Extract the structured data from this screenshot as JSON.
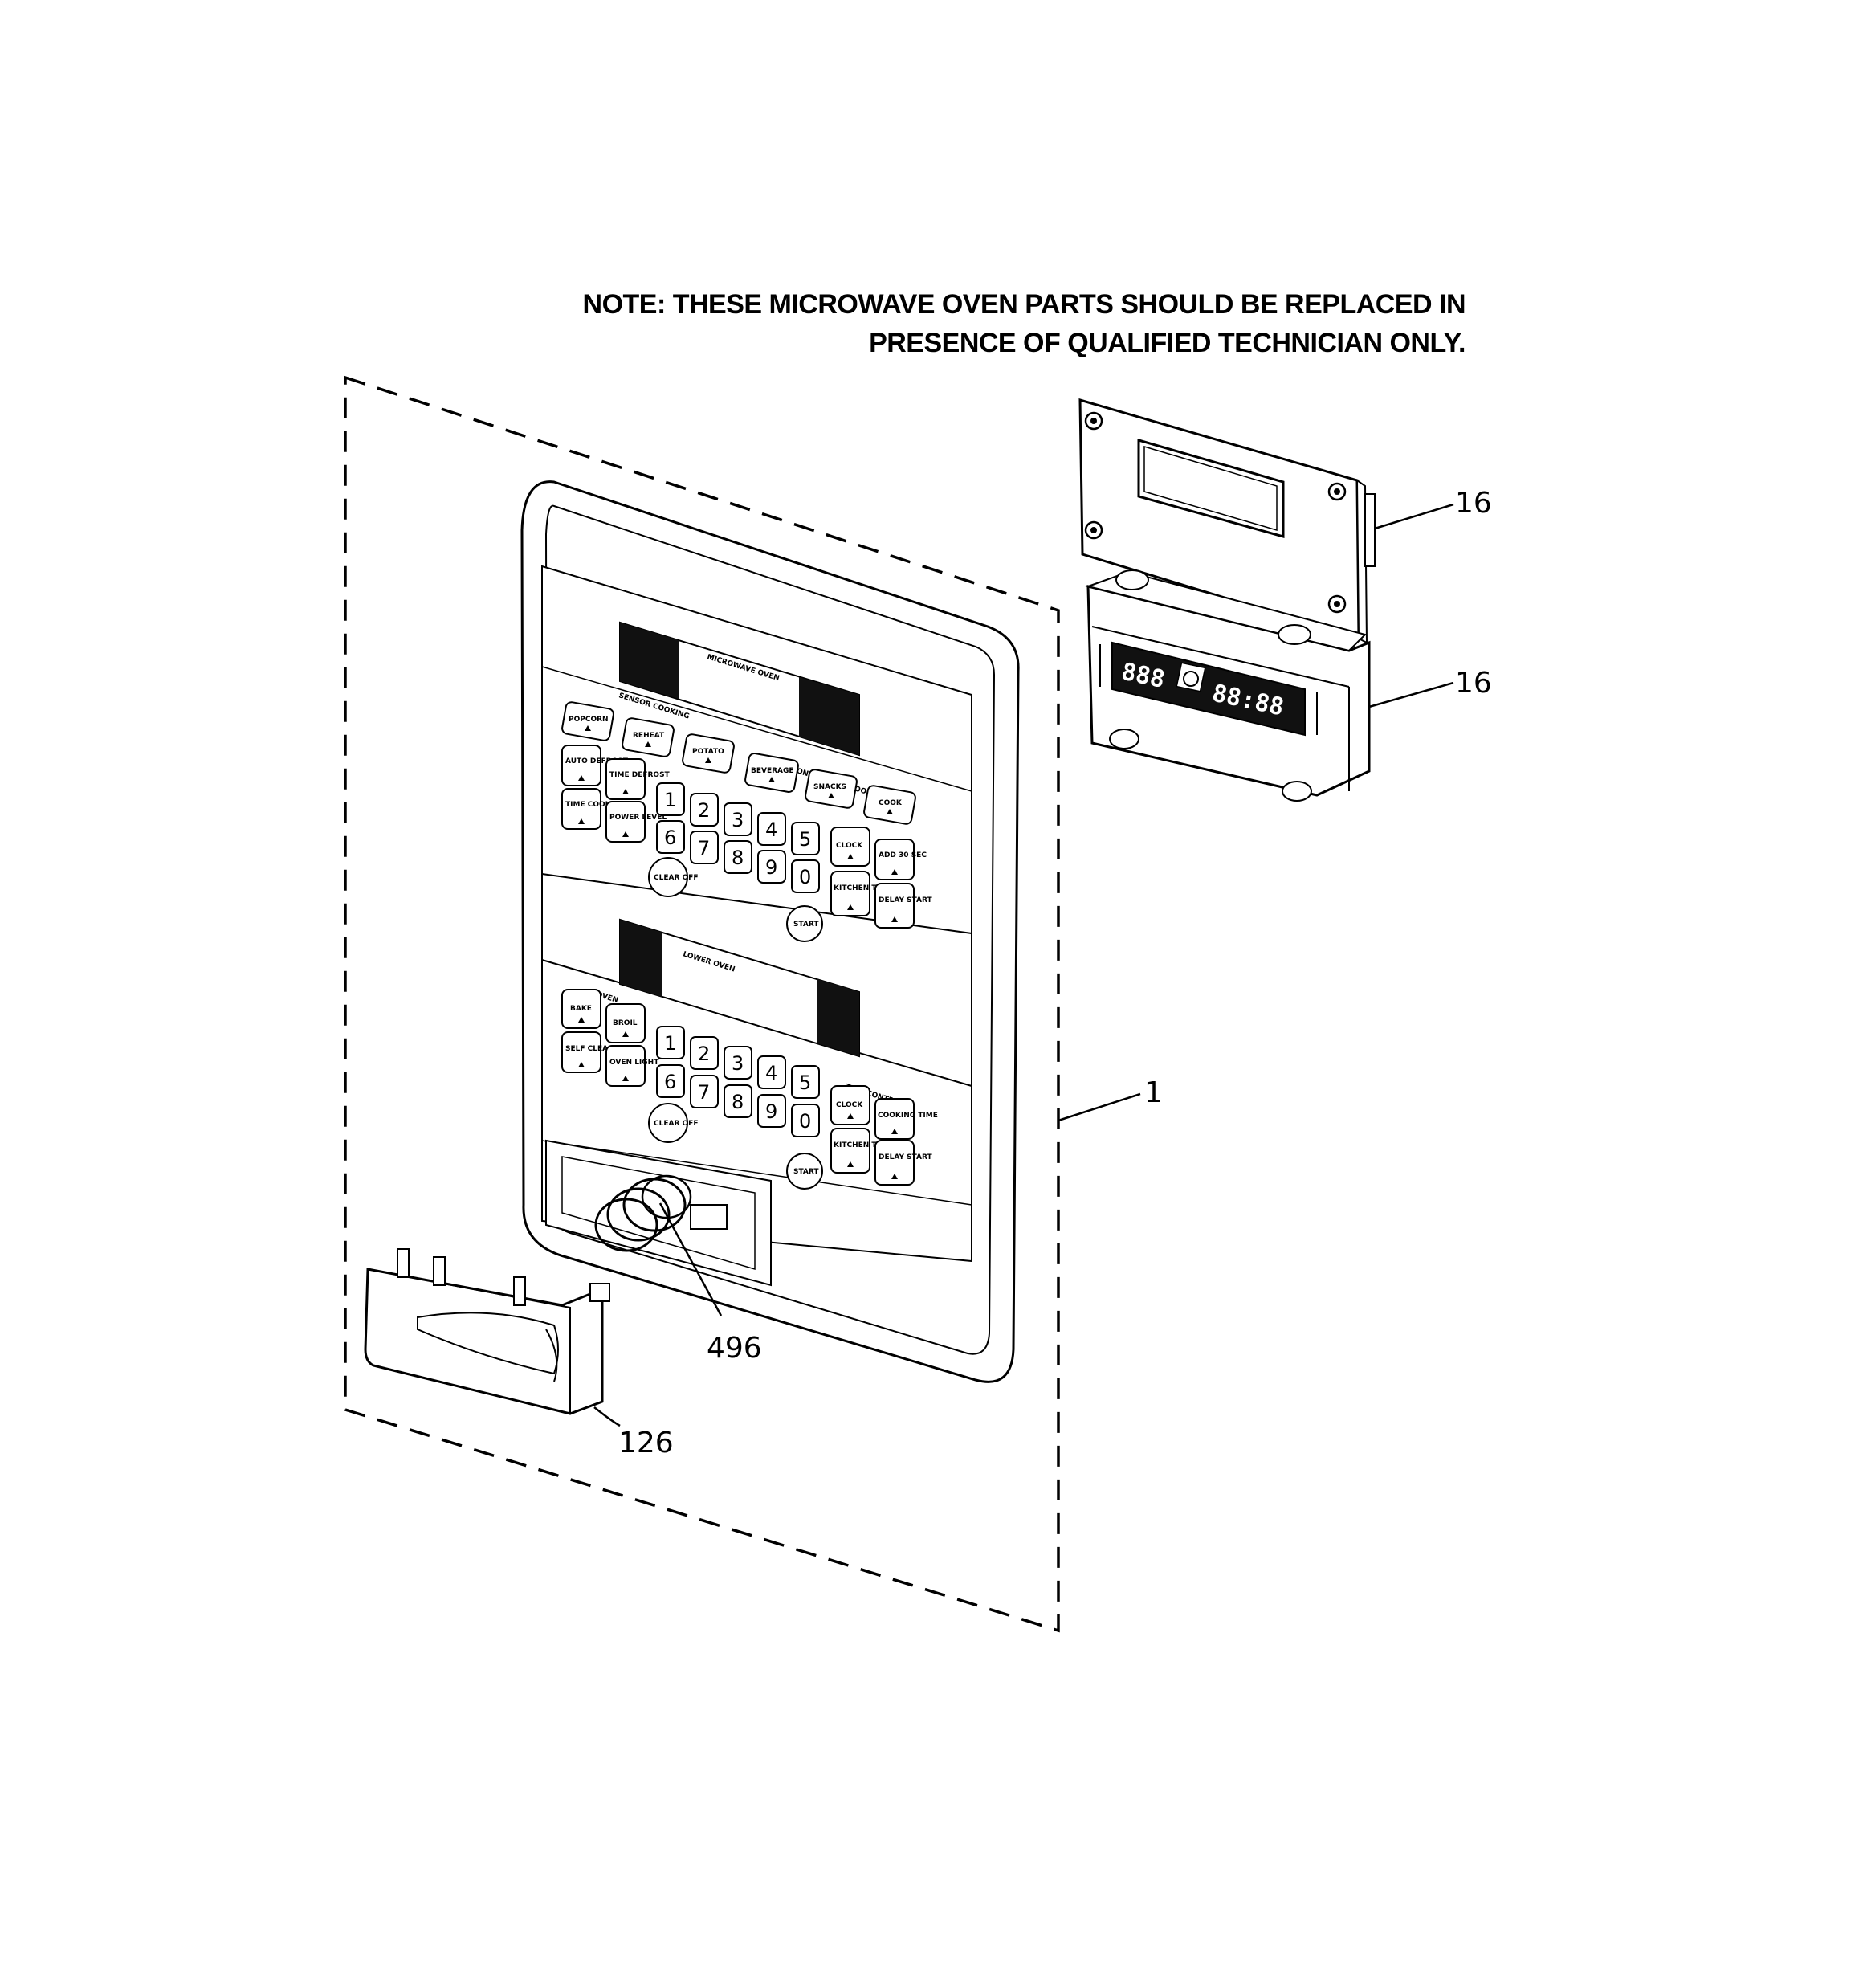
{
  "note": {
    "line1": "NOTE: THESE MICROWAVE OVEN PARTS SHOULD BE REPLACED IN",
    "line2": "PRESENCE OF QUALIFIED TECHNICIAN ONLY."
  },
  "callouts": {
    "board_top": "16",
    "board_bottom": "16",
    "panel_assembly": "1",
    "knob": "496",
    "handle": "126"
  },
  "panel": {
    "upper_title": "MICROWAVE OVEN",
    "upper_group1": "SENSOR COOKING",
    "upper_group2": "CONVENIENCE COOKING",
    "upper_keys": {
      "popcorn": "POPCORN",
      "reheat": "REHEAT",
      "potato": "POTATO",
      "auto_defrost": "AUTO DEFROST",
      "time_defrost": "TIME DEFROST",
      "beverage": "BEVERAGE",
      "snacks": "SNACKS",
      "cook": "COOK",
      "time_cook": "TIME COOK",
      "power_level": "POWER LEVEL",
      "clock": "CLOCK",
      "add_30": "ADD 30 SEC",
      "kitchen_timer": "KITCHEN TIMER",
      "delay_start": "DELAY START",
      "clear_off": "CLEAR OFF",
      "start": "START"
    },
    "lower_title": "LOWER OVEN",
    "lower_group1": "OVEN",
    "lower_group2": "TIME CONTROLS",
    "lower_keys": {
      "bake": "BAKE",
      "broil": "BROIL",
      "self_clean": "SELF CLEAN",
      "oven_light": "OVEN LIGHT",
      "clock": "CLOCK",
      "cooking_time": "COOKING TIME",
      "kitchen_timer": "KITCHEN TIMER",
      "delay_start": "DELAY START",
      "clear_off": "CLEAR OFF",
      "start": "START"
    },
    "digits_row1": [
      "1",
      "2",
      "3",
      "4",
      "5"
    ],
    "digits_row2": [
      "6",
      "7",
      "8",
      "9",
      "0"
    ]
  },
  "board_display": {
    "left": "888",
    "right": "88:88"
  }
}
